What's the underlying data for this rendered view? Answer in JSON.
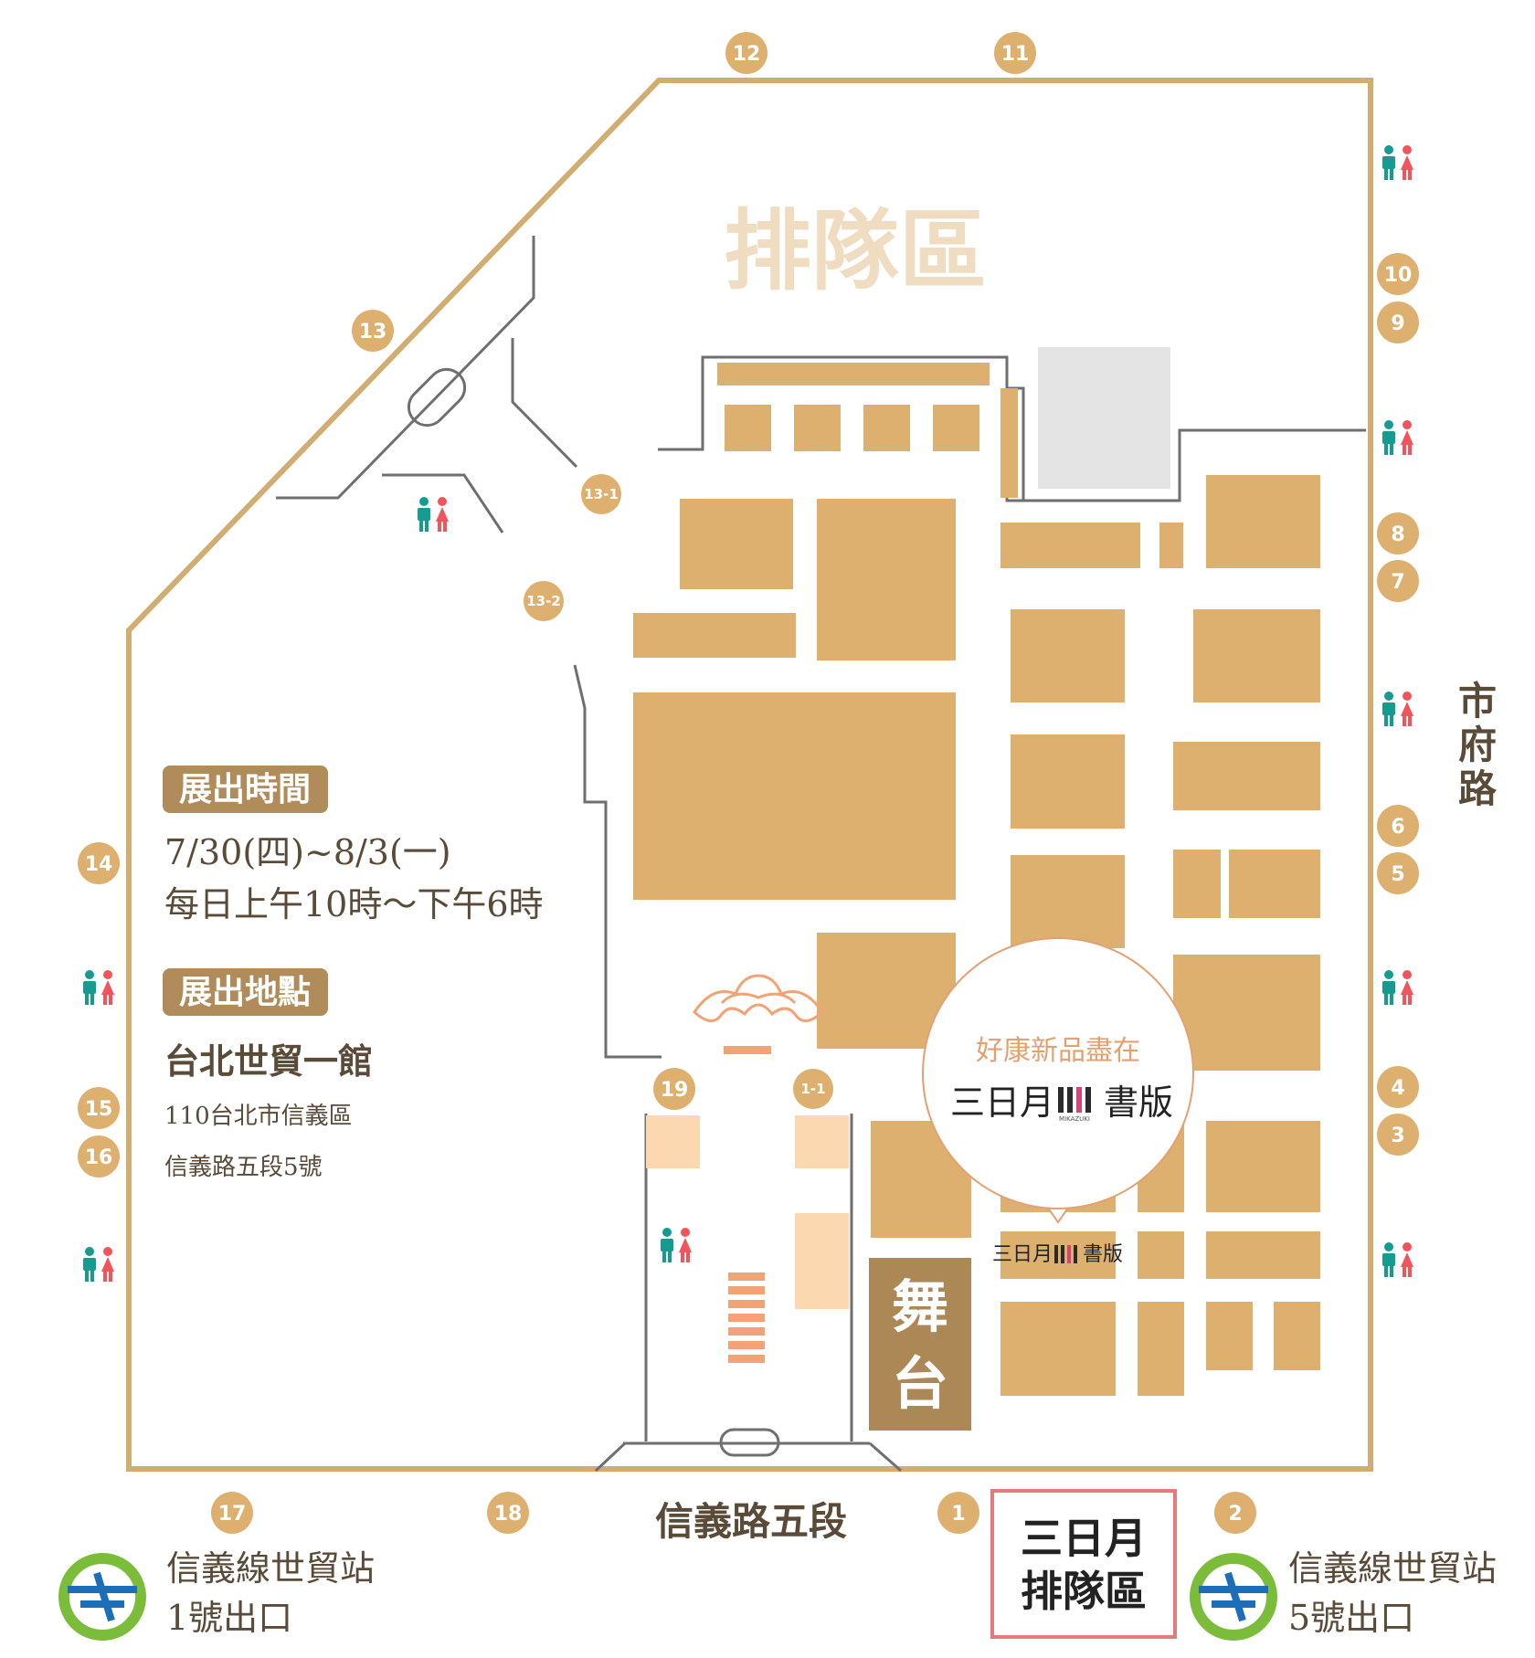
{
  "colors": {
    "outline": "#d2ad72",
    "booth": "#ddb06f",
    "booth_light": "#fcd8b0",
    "stage": "#ab8855",
    "pill": "#b08c5b",
    "wall": "#6f6f6f",
    "text_dark": "#5a4a38",
    "mikazuki_red": "#e57a78",
    "toilet_male": "#159b8f",
    "toilet_female": "#f2545b",
    "mrt_green": "#7bbd3a",
    "mrt_blue": "#1d6eb8"
  },
  "queue_area_label": "排隊區",
  "street_right": "市府路",
  "street_bottom": "信義路五段",
  "info": {
    "time_title": "展出時間",
    "dates": "7/30(四)~8/3(一)",
    "hours": "每日上午10時～下午6時",
    "place_title": "展出地點",
    "venue": "台北世貿一館",
    "address_line1": "110台北市信義區",
    "address_line2": "信義路五段5號"
  },
  "callout": {
    "tagline": "好康新品盡在",
    "brand_left": "三日月",
    "brand_logo": "MIKAZUKI",
    "brand_right": "書版"
  },
  "booth_label": {
    "left": "三日月",
    "logo": "MIKAZUKI",
    "right": "書版"
  },
  "stage": {
    "char1": "舞",
    "char2": "台"
  },
  "mikazuki_queue": {
    "line1": "三日月",
    "line2": "排隊區"
  },
  "mrt": {
    "left": {
      "line1": "信義線世貿站",
      "line2": "1號出口"
    },
    "right": {
      "line1": "信義線世貿站",
      "line2": "5號出口"
    }
  },
  "doors": [
    "1",
    "2",
    "3",
    "4",
    "5",
    "6",
    "7",
    "8",
    "9",
    "10",
    "11",
    "12",
    "13",
    "13-1",
    "13-2",
    "14",
    "15",
    "16",
    "17",
    "18",
    "19",
    "1-1"
  ],
  "icons": [
    "restroom-icon",
    "mrt-logo-icon",
    "landmark-crown-icon",
    "mikazuki-logo-icon"
  ]
}
